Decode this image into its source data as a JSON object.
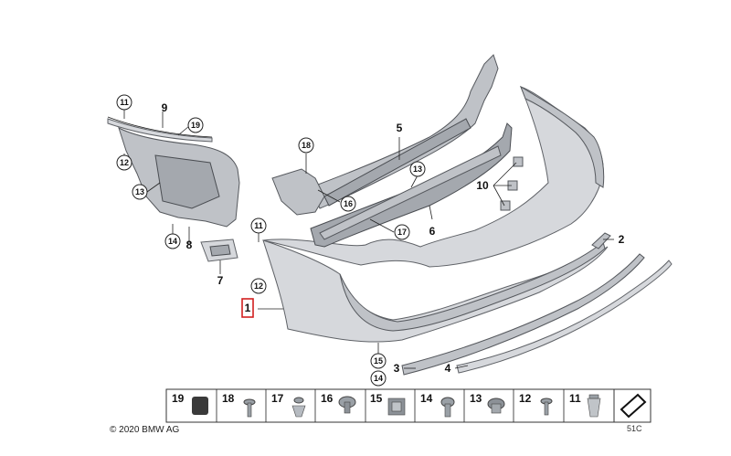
{
  "callouts": [
    {
      "id": "c11a",
      "label": "11",
      "circled": true
    },
    {
      "id": "c9",
      "label": "9",
      "circled": false
    },
    {
      "id": "c19",
      "label": "19",
      "circled": true
    },
    {
      "id": "c12a",
      "label": "12",
      "circled": true
    },
    {
      "id": "c13a",
      "label": "13",
      "circled": true
    },
    {
      "id": "c14a",
      "label": "14",
      "circled": true
    },
    {
      "id": "c8",
      "label": "8",
      "circled": false
    },
    {
      "id": "c7",
      "label": "7",
      "circled": false
    },
    {
      "id": "c18",
      "label": "18",
      "circled": true
    },
    {
      "id": "c16",
      "label": "16",
      "circled": true
    },
    {
      "id": "c5",
      "label": "5",
      "circled": false
    },
    {
      "id": "c13b",
      "label": "13",
      "circled": true
    },
    {
      "id": "c6",
      "label": "6",
      "circled": false
    },
    {
      "id": "c17",
      "label": "17",
      "circled": true
    },
    {
      "id": "c10",
      "label": "10",
      "circled": false
    },
    {
      "id": "c11b",
      "label": "11",
      "circled": true
    },
    {
      "id": "c12b",
      "label": "12",
      "circled": true
    },
    {
      "id": "c1",
      "label": "1",
      "circled": false
    },
    {
      "id": "c2",
      "label": "2",
      "circled": false
    },
    {
      "id": "c15",
      "label": "15",
      "circled": true
    },
    {
      "id": "c14b",
      "label": "14",
      "circled": true
    },
    {
      "id": "c3",
      "label": "3",
      "circled": false
    },
    {
      "id": "c4",
      "label": "4",
      "circled": false
    }
  ],
  "legend": [
    "19",
    "18",
    "17",
    "16",
    "15",
    "14",
    "13",
    "12",
    "11"
  ],
  "copyright": "© 2020 BMW AG",
  "diagram_code": "51C",
  "colors": {
    "highlight": "#d21f1f",
    "part": "#bfc2c7"
  }
}
